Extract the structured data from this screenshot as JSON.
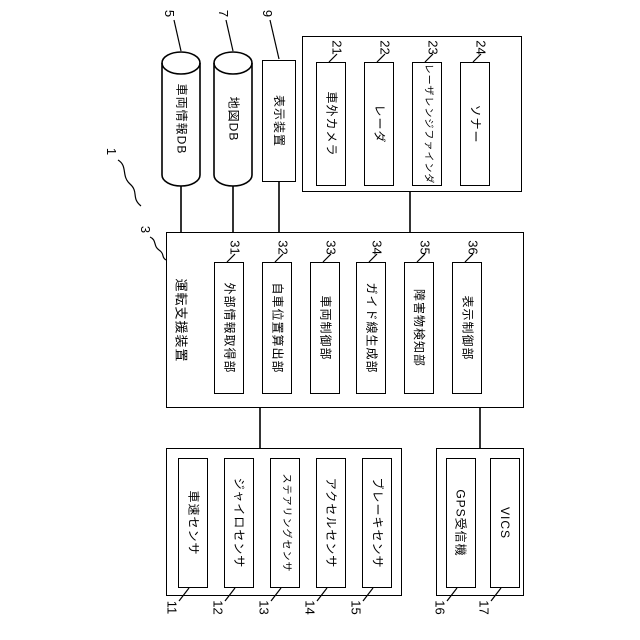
{
  "colors": {
    "line": "#000000",
    "background": "#ffffff"
  },
  "diagram": {
    "system_ref": "1",
    "databases": [
      {
        "label": "車両情報DB",
        "ref": "5"
      },
      {
        "label": "地図DB",
        "ref": "7"
      }
    ],
    "display": {
      "label": "表示装置",
      "ref": "9"
    },
    "external_sensor_unit": {
      "items": [
        {
          "label": "車外カメラ",
          "ref": "21"
        },
        {
          "label": "レーダ",
          "ref": "22"
        },
        {
          "label": "レーザレンジファインダ",
          "ref": "23"
        },
        {
          "label": "ソナー",
          "ref": "24"
        }
      ]
    },
    "main_unit": {
      "label": "運転支援装置",
      "ref": "3",
      "modules": [
        {
          "label": "外部情報取得部",
          "ref": "31"
        },
        {
          "label": "自車位置算出部",
          "ref": "32"
        },
        {
          "label": "車両制御部",
          "ref": "33"
        },
        {
          "label": "ガイド線生成部",
          "ref": "34"
        },
        {
          "label": "障害物検知部",
          "ref": "35"
        },
        {
          "label": "表示制御部",
          "ref": "36"
        }
      ]
    },
    "vehicle_sensor_unit": {
      "items": [
        {
          "label": "車速センサ",
          "ref": "11"
        },
        {
          "label": "ジャイロセンサ",
          "ref": "12"
        },
        {
          "label": "ステアリングセンサ",
          "ref": "13"
        },
        {
          "label": "アクセルセンサ",
          "ref": "14"
        },
        {
          "label": "ブレーキセンサ",
          "ref": "15"
        }
      ]
    },
    "receiver_unit": {
      "items": [
        {
          "label": "GPS受信機",
          "ref": "16"
        },
        {
          "label": "VICS",
          "ref": "17"
        }
      ]
    }
  }
}
